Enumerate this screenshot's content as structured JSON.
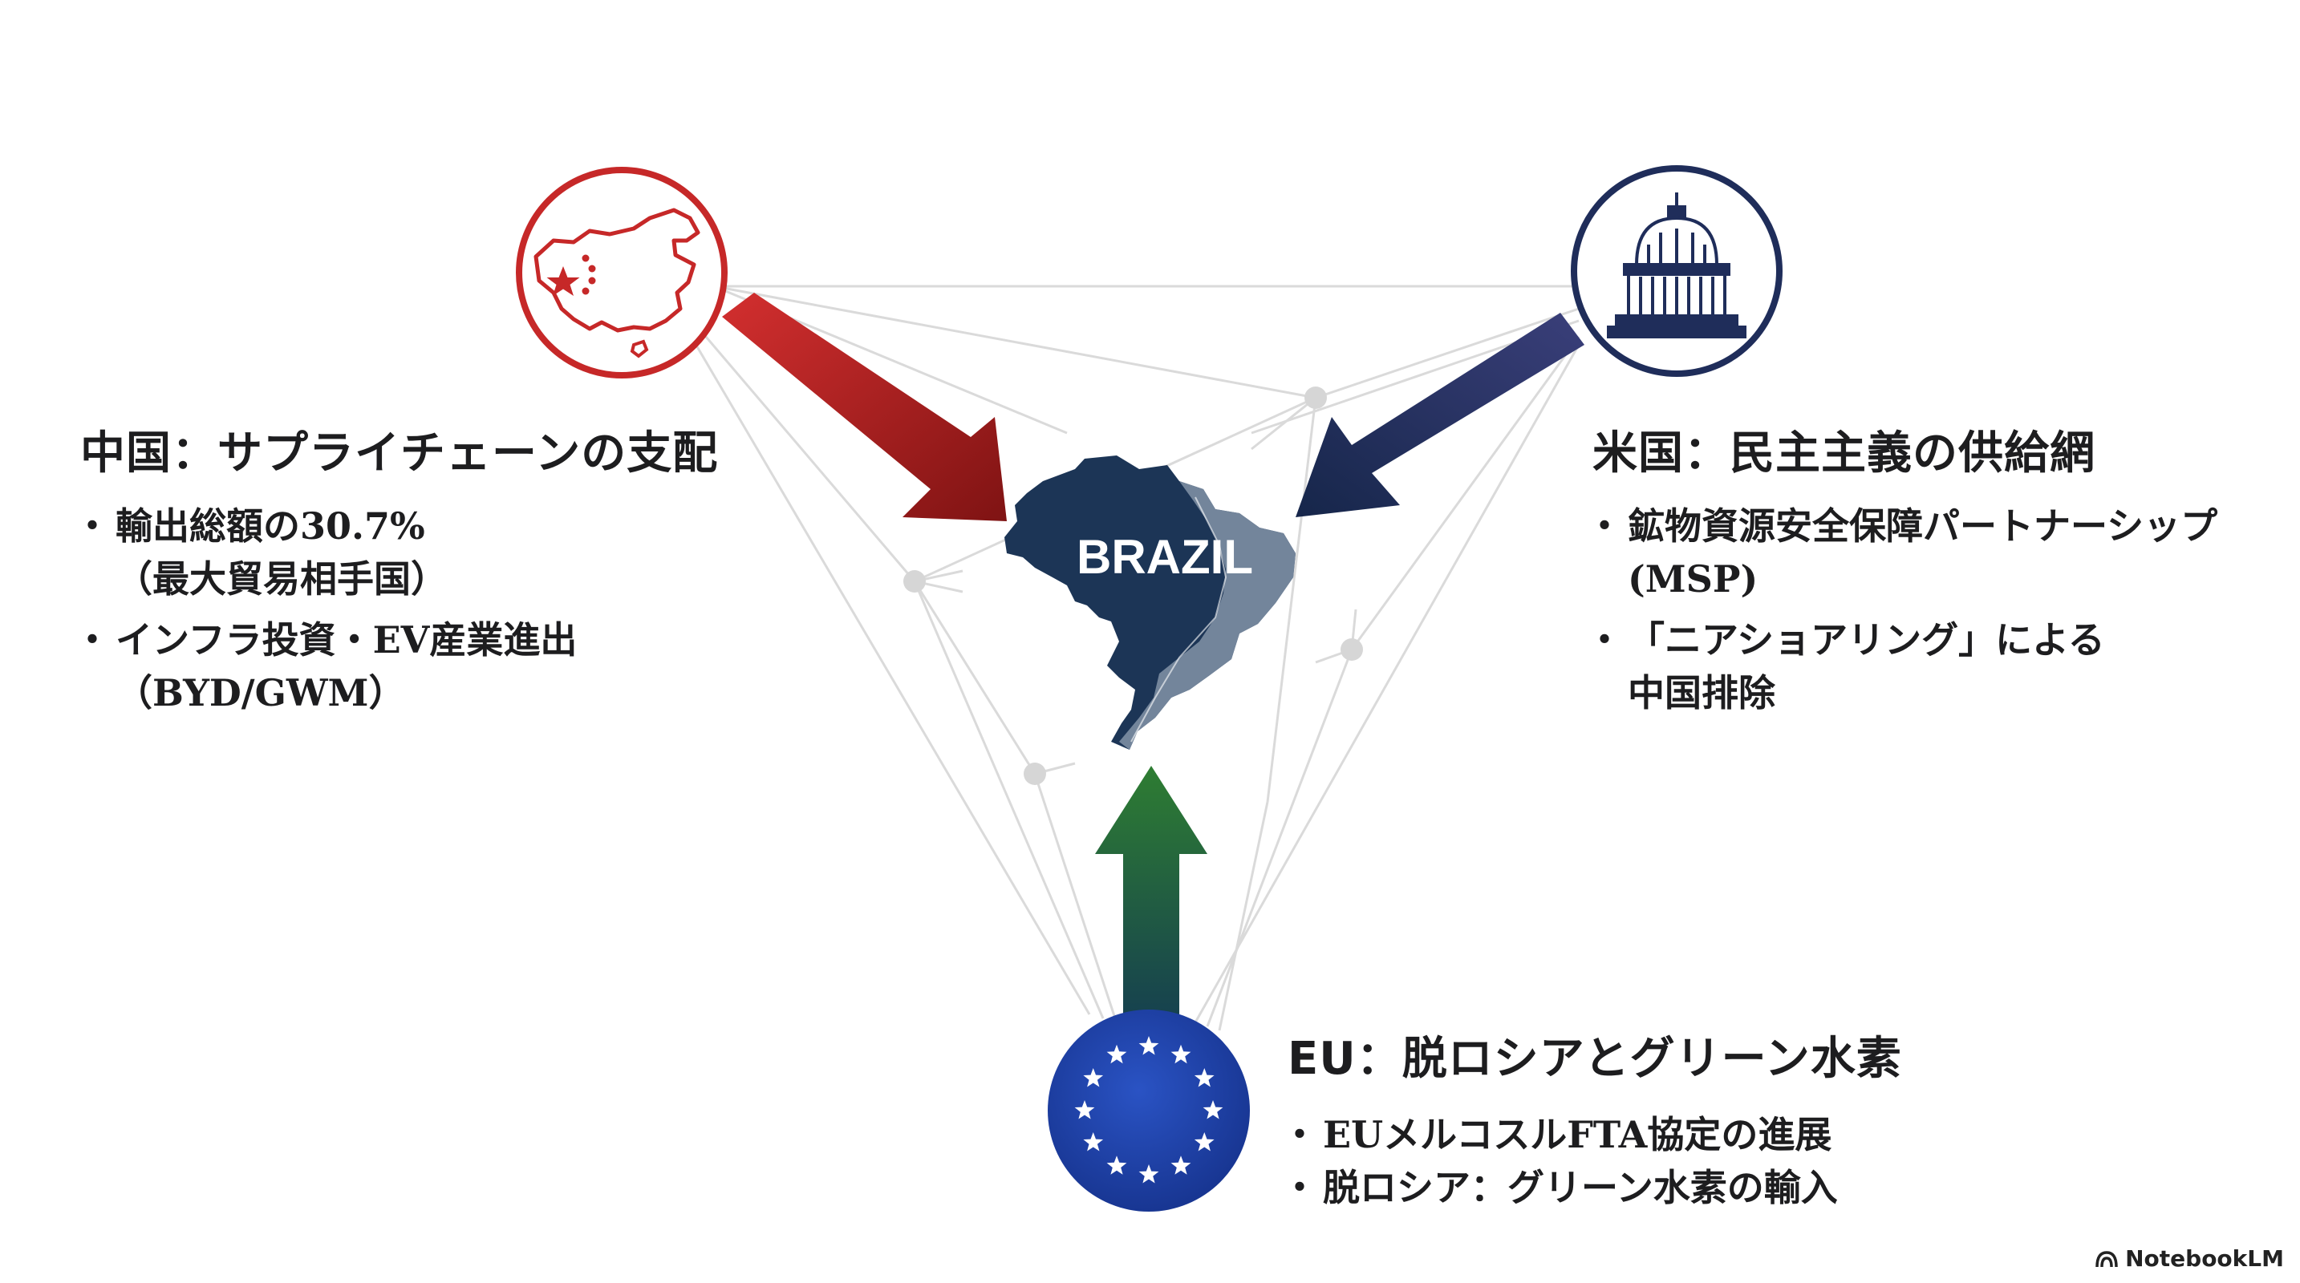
{
  "center": {
    "label": "BRAZIL"
  },
  "china": {
    "title": "中国：サプライチェーンの支配",
    "bullets": [
      {
        "lines": [
          "輸出総額の30.7%",
          "（最大貿易相手国）"
        ]
      },
      {
        "lines": [
          "インフラ投資・EV産業進出",
          "（BYD/GWM）"
        ]
      }
    ],
    "color": "#c62828"
  },
  "usa": {
    "title": "米国：民主主義の供給網",
    "bullets": [
      {
        "lines": [
          "鉱物資源安全保障パートナーシップ",
          "(MSP)"
        ]
      },
      {
        "lines": [
          "「ニアショアリング」による",
          "中国排除"
        ]
      }
    ],
    "color": "#1f2d5a"
  },
  "eu": {
    "title": "EU：脱ロシアとグリーン水素",
    "bullets": [
      {
        "lines": [
          "EUメルコスルFTA協定の進展"
        ]
      },
      {
        "lines": [
          "脱ロシア：グリーン水素の輸入"
        ]
      }
    ],
    "color": "#1e3d9b"
  },
  "icons": {
    "china": "china-map-icon",
    "usa": "capitol-dome-icon",
    "eu": "eu-stars-flag-icon",
    "brazil": "brazil-map-icon"
  },
  "watermark": "NotebookLM"
}
